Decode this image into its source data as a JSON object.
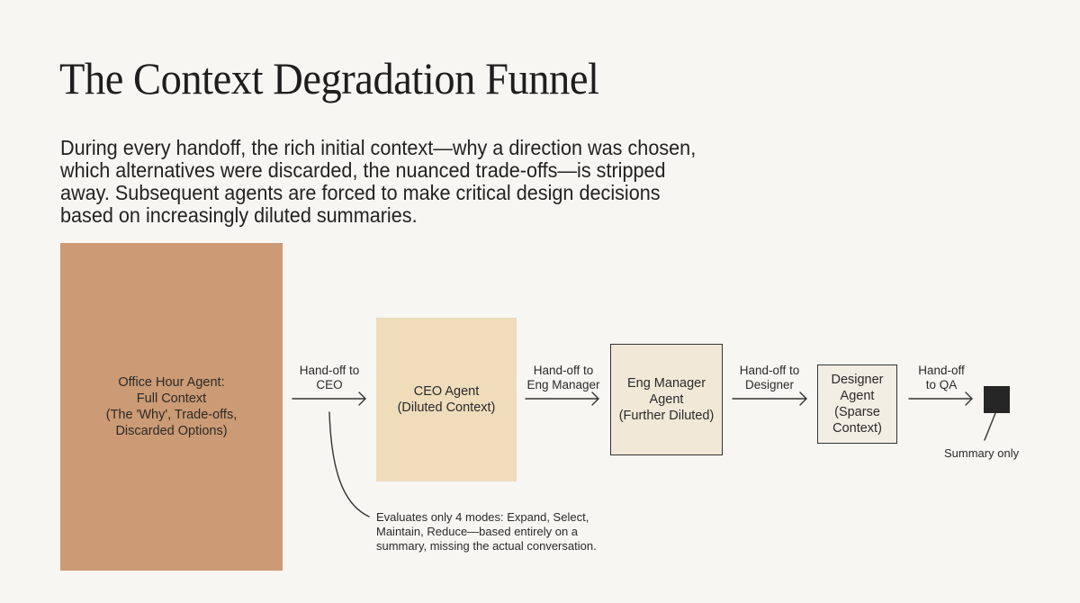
{
  "title": "The Context Degradation Funnel",
  "subtitle": "During every handoff, the rich initial context—why a direction was chosen, which alternatives were discarded, the nuanced trade-offs—is stripped away. Subsequent agents are forced to make critical design decisions based on increasingly diluted summaries.",
  "colors": {
    "background": "#f7f6f2",
    "office_hour_box": "#cc9a74",
    "ceo_box": "#eedcbb",
    "eng_manager_box": "#f1e8d8",
    "designer_box": "#f3eee4",
    "qa_box": "#262626",
    "line": "#333333"
  },
  "nodes": [
    {
      "id": "office-hour-agent",
      "label": "Office Hour Agent:\nFull Context\n(The 'Why', Trade-offs,\nDiscarded Options)"
    },
    {
      "id": "ceo-agent",
      "label": "CEO Agent\n(Diluted Context)"
    },
    {
      "id": "eng-manager-agent",
      "label": "Eng Manager\nAgent\n(Further Diluted)"
    },
    {
      "id": "designer-agent",
      "label": "Designer\nAgent\n(Sparse\nContext)"
    },
    {
      "id": "qa-agent",
      "label": ""
    }
  ],
  "edges": [
    {
      "from": "office-hour-agent",
      "to": "ceo-agent",
      "label": "Hand-off to\nCEO"
    },
    {
      "from": "ceo-agent",
      "to": "eng-manager-agent",
      "label": "Hand-off to\nEng Manager"
    },
    {
      "from": "eng-manager-agent",
      "to": "designer-agent",
      "label": "Hand-off to\nDesigner"
    },
    {
      "from": "designer-agent",
      "to": "qa-agent",
      "label": "Hand-off\nto QA"
    }
  ],
  "annotations": {
    "ceo_note": "Evaluates only 4 modes: Expand, Select,\nMaintain, Reduce—based entirely on a\nsummary, missing the actual conversation.",
    "qa_note": "Summary only"
  }
}
